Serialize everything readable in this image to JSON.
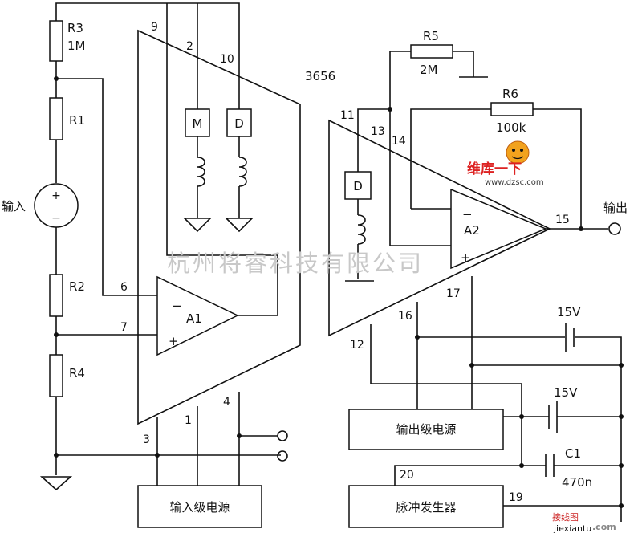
{
  "diagram": {
    "chip_name": "3656",
    "input_label": "输入",
    "output_label": "输出",
    "resistors": {
      "r3": {
        "name": "R3",
        "value": "1M"
      },
      "r1": {
        "name": "R1"
      },
      "r2": {
        "name": "R2"
      },
      "r4": {
        "name": "R4"
      },
      "r5": {
        "name": "R5",
        "value": "2M"
      },
      "r6": {
        "name": "R6",
        "value": "100k"
      }
    },
    "capacitor": {
      "name": "C1",
      "value": "470n"
    },
    "batteries": {
      "top": "15V",
      "bottom": "15V"
    },
    "amplifiers": {
      "a1": "A1",
      "a2": "A2"
    },
    "modulator_boxes": {
      "m": "M",
      "d1": "D",
      "d2": "D"
    },
    "signs": {
      "minus": "−",
      "plus": "+"
    },
    "pins": {
      "p1": "1",
      "p2": "2",
      "p3": "3",
      "p4": "4",
      "p6": "6",
      "p7": "7",
      "p9": "9",
      "p10": "10",
      "p11": "11",
      "p12": "12",
      "p13": "13",
      "p14": "14",
      "p15": "15",
      "p16": "16",
      "p17": "17",
      "p19": "19",
      "p20": "20"
    },
    "blocks": {
      "input_power": "输入级电源",
      "output_power": "输出级电源",
      "pulse_gen": "脉冲发生器"
    },
    "watermark": "杭州将睿科技有限公司",
    "logo": {
      "text": "维库一下",
      "url": "www.dzsc.com"
    },
    "corner_brand": {
      "text": "接线图",
      "url": "jiexiantu",
      "suffix": ".com"
    }
  }
}
